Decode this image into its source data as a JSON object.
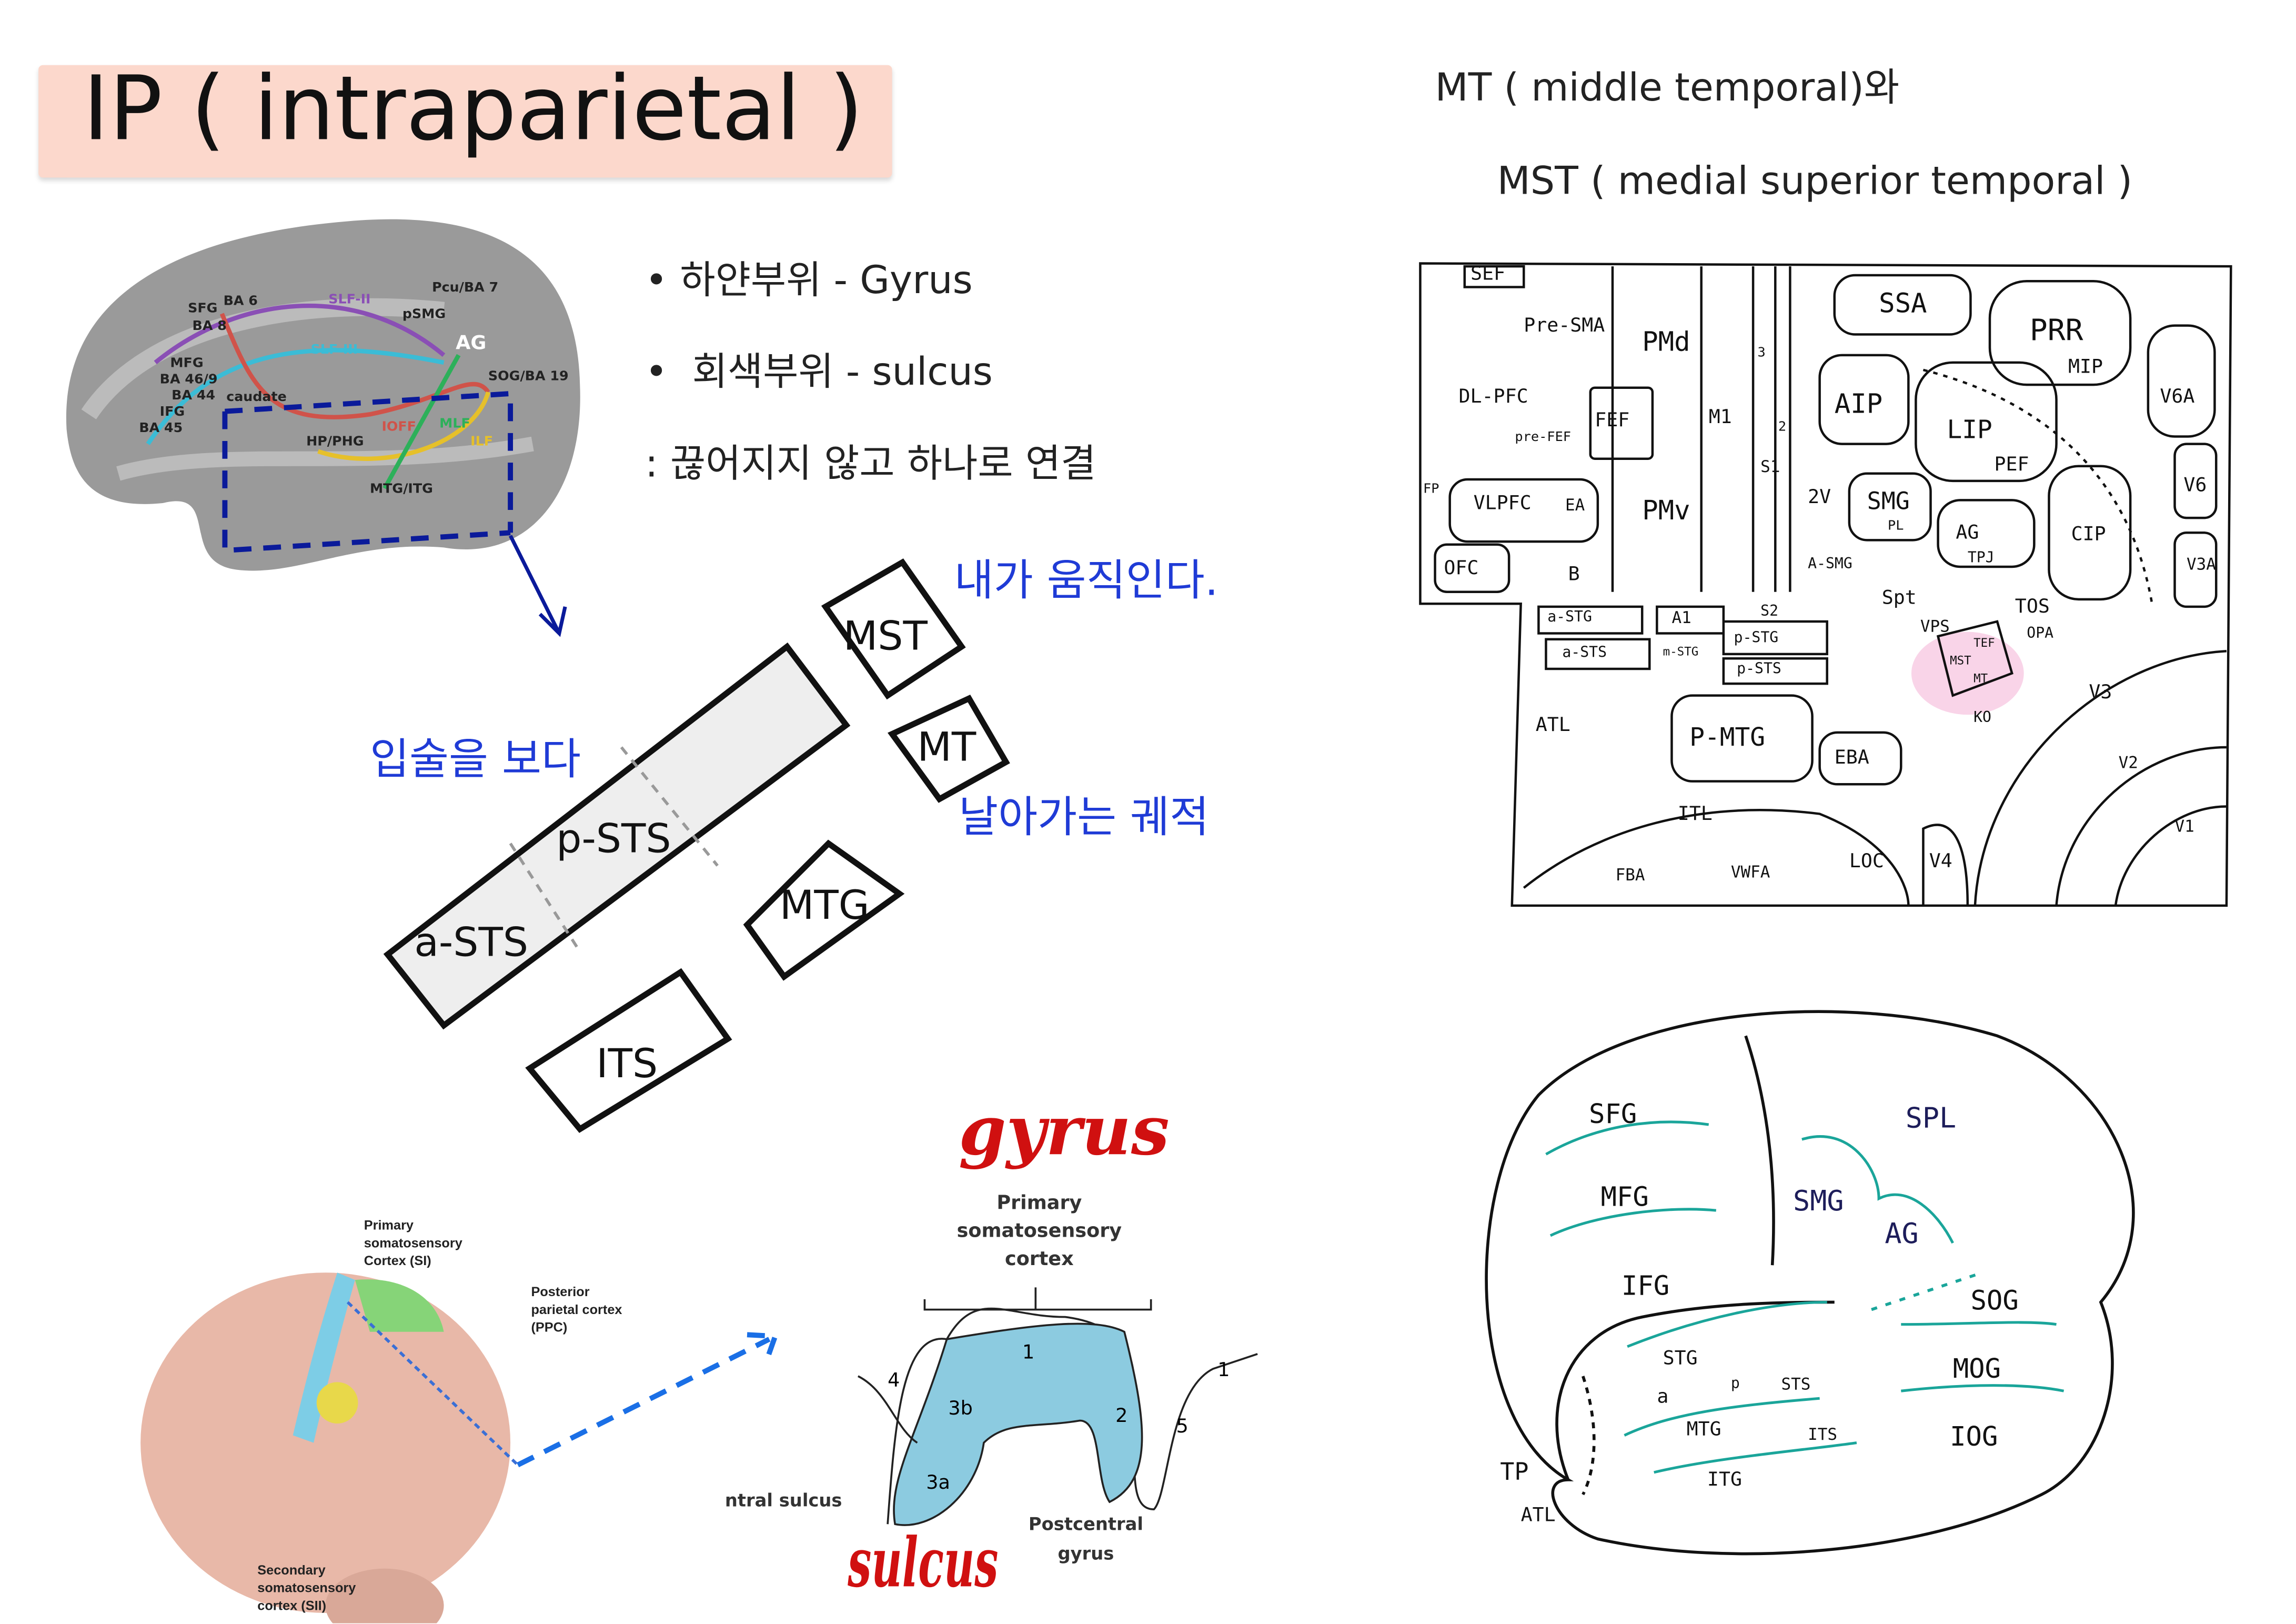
{
  "title": "IP ( intraparietal   )",
  "bullets": [
    "하얀부위 -  Gyrus",
    "회색부위 - sulcus"
  ],
  "note": ": 끊어지지 않고 하나로 연결",
  "right_title_1": "MT ( middle temporal)와",
  "right_title_2": "MST ( medial superior temporal )",
  "tract_image": {
    "labels": [
      "SFG",
      "BA 6",
      "BA 8",
      "SLF-II",
      "Pcu/BA 7",
      "pSMG",
      "AG",
      "SLF-III",
      "MFG",
      "BA 46/9",
      "BA 44",
      "IFG",
      "BA 45",
      "caudate",
      "IOFF",
      "MLF",
      "SOG/BA 19",
      "HP/PHG",
      "ILF",
      "MTG/ITG"
    ]
  },
  "schematic": {
    "boxes": [
      "MST",
      "MT",
      "p-STS",
      "a-STS",
      "MTG",
      "ITS"
    ],
    "annotations": [
      "내가 움직인다.",
      "입술을 보다",
      "날아가는 궤적"
    ]
  },
  "brain_photo": {
    "labels": [
      "Primary somatosensory Cortex (SI)",
      "Posterior parietal cortex (PPC)",
      "Secondary somatosensory cortex (SII)"
    ]
  },
  "sulcus_diagram": {
    "gyrus": "gyrus",
    "sulcus": "sulcus",
    "top_label": [
      "Primary",
      "somatosensory",
      "cortex"
    ],
    "areas": [
      "4",
      "3b",
      "3a",
      "1",
      "2",
      "5",
      "1"
    ],
    "central_sulcus": "ntral sulcus",
    "postcentral": [
      "Postcentral",
      "gyrus"
    ]
  },
  "map": {
    "labels": [
      "SEF",
      "Pre-SMA",
      "PMd",
      "DL-PFC",
      "FEF",
      "pre-FEF",
      "M1",
      "3",
      "2",
      "S1",
      "PMv",
      "VLPFC",
      "EA",
      "OFC",
      "B",
      "FP",
      "SSA",
      "PRR",
      "MIP",
      "V6A",
      "AIP",
      "LIP",
      "PEF",
      "V6",
      "2V",
      "SMG",
      "PL",
      "AG",
      "TPJ",
      "CIP",
      "V3A",
      "A-SMG",
      "Spt",
      "TOS",
      "OPA",
      "VPS",
      "TEF",
      "MST",
      "MT",
      "KO",
      "V3",
      "V2",
      "V1",
      "a-STG",
      "A1",
      "S2",
      "a-STS",
      "m-STG",
      "p-STG",
      "p-STS",
      "ATL",
      "P-MTG",
      "EBA",
      "ITL",
      "FBA",
      "VWFA",
      "LOC",
      "V4"
    ]
  },
  "sketch": {
    "labels": [
      "SFG",
      "MFG",
      "IFG",
      "SPL",
      "SMG",
      "AG",
      "SOG",
      "MOG",
      "IOG",
      "STG",
      "a",
      "p",
      "STS",
      "MTG",
      "ITS",
      "ITG",
      "TP",
      "ATL"
    ]
  },
  "colors": {
    "title_bg": "#fcd8cc",
    "annot_blue": "#1f3bd6",
    "gyrus_red": "#d01010",
    "sketch_teal": "#1aa59a",
    "highlight_pink": "#f5b8d8"
  }
}
